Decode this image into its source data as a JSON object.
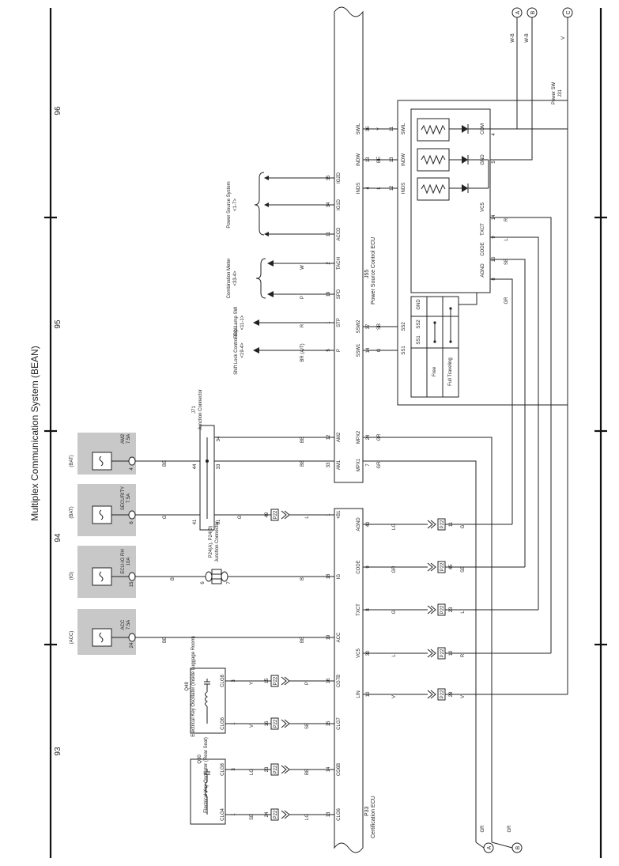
{
  "title": "Multiplex Communication System (BEAN)",
  "page_numbers": [
    "93",
    "94",
    "95",
    "96"
  ],
  "ecus": {
    "j55": {
      "code": "J55",
      "name": "Power Source Control ECU"
    },
    "p33": {
      "code": "P33",
      "name": "Certification ECU"
    },
    "j31": {
      "code": "J31",
      "name": "Power SW"
    }
  },
  "j55_pins": [
    {
      "num": "12",
      "name": "AM2",
      "wire": "BE"
    },
    {
      "num": "33",
      "name": "AM1",
      "wire": "BE"
    },
    {
      "num": "5",
      "name": "P",
      "wire": "BR (A/T)"
    },
    {
      "num": "1",
      "name": "STP",
      "wire": "R"
    },
    {
      "num": "19",
      "name": "SPD",
      "wire": "P"
    },
    {
      "num": "2",
      "name": "TACH",
      "wire": "W"
    },
    {
      "num": "11",
      "name": "ACCD",
      "wire": ""
    },
    {
      "num": "34",
      "name": "IG1D",
      "wire": ""
    },
    {
      "num": "35",
      "name": "IG2D",
      "wire": ""
    }
  ],
  "j55_right_pins": [
    {
      "num": "24",
      "name": "MPX2",
      "wire": "GR"
    },
    {
      "num": "7",
      "name": "MPX1",
      "wire": "GR"
    },
    {
      "num": "14",
      "name": "SSW1",
      "wire": "G"
    },
    {
      "num": "37",
      "name": "SSW2",
      "wire": "SB"
    },
    {
      "num": "4",
      "name": "INDS",
      "wire": "L"
    },
    {
      "num": "13",
      "name": "INDW",
      "wire": "BE"
    },
    {
      "num": "36",
      "name": "SWIL",
      "wire": "Y"
    }
  ],
  "p33_left_pins": [
    {
      "num": "1",
      "name": "+B1",
      "wire": "L"
    },
    {
      "num": "18",
      "name": "IG",
      "wire": "B"
    },
    {
      "num": "19",
      "name": "ACC",
      "wire": "BE"
    },
    {
      "num": "16",
      "name": "CG7B",
      "wire": "P"
    },
    {
      "num": "15",
      "name": "CLG7",
      "wire": "SB"
    },
    {
      "num": "14",
      "name": "CG6B",
      "wire": "BE"
    },
    {
      "num": "13",
      "name": "CLG6",
      "wire": "LG"
    }
  ],
  "p33_right_pins": [
    {
      "num": "40",
      "name": "AGND",
      "wire": "LG",
      "conn": "P22",
      "cnum": "11",
      "wire2": "G"
    },
    {
      "num": "9",
      "name": "CODE",
      "wire": "GR",
      "conn": "P22",
      "cnum": "45",
      "wire2": "SB"
    },
    {
      "num": "8",
      "name": "TXCT",
      "wire": "G",
      "conn": "P22",
      "cnum": "23",
      "wire2": "L"
    },
    {
      "num": "30",
      "name": "VC5",
      "wire": "L",
      "conn": "P22",
      "cnum": "10",
      "wire2": "R"
    },
    {
      "num": "10",
      "name": "LIN",
      "wire": "V",
      "conn": "P22",
      "cnum": "28",
      "wire2": "V"
    }
  ],
  "fuses": [
    {
      "source": "(BAT)",
      "amp": "7.5A",
      "name": "AM2",
      "pin": "4"
    },
    {
      "source": "(BAT)",
      "amp": "7.5A",
      "name": "SECURITY",
      "pin": "6"
    },
    {
      "source": "(IG)",
      "amp": "10A",
      "name": "ECU-IG RH",
      "pin": "15"
    },
    {
      "source": "(ACC)",
      "amp": "7.5A",
      "name": "ACC",
      "pin": "24"
    }
  ],
  "junction_j71": {
    "code": "J71",
    "label": "Junction Connector"
  },
  "junction_p24": {
    "code": "P24(A), P24(B)",
    "label": "Junction Connector"
  },
  "oscillators": {
    "q48": {
      "code": "Q48",
      "label": "Electrical Key Oscillator (Inside Luggage Room)",
      "pin1": "CLG8",
      "pin2": "CLG6"
    },
    "q30": {
      "code": "Q30",
      "label": "Electrical Key Oscillator (Rear Seat)",
      "pin1": "CLG8",
      "pin2": "CLG4"
    }
  },
  "destinations": [
    {
      "label": "Power Source System",
      "ref": "<1-7>"
    },
    {
      "label": "Combination Meter",
      "ref": "<33-4>"
    },
    {
      "label": "Stop Lamp SW",
      "ref": "<11-1>"
    },
    {
      "label": "Shift Lock Control ECU",
      "ref": "<19-4>"
    }
  ],
  "terminal_letters": [
    "A",
    "B",
    "C"
  ],
  "bottom_wires": [
    "GR",
    "GR"
  ],
  "top_wires": [
    "W-B",
    "W-B",
    "V"
  ],
  "power_sw": {
    "left_labels": [
      "SS1",
      "SS2",
      "GND"
    ],
    "table": [
      "Free",
      "Full Traveling"
    ],
    "side_pins": [
      {
        "name": "SWIL",
        "num": "11"
      },
      {
        "name": "INDW",
        "num": "13"
      },
      {
        "name": "INDS",
        "num": "12"
      }
    ],
    "bottom_pins": [
      {
        "name": "VC5",
        "num": "14"
      },
      {
        "name": "TXCT",
        "num": "9"
      },
      {
        "name": "CODE",
        "num": "10"
      },
      {
        "name": "AGND",
        "num": "8"
      }
    ],
    "right_pins": [
      {
        "name": "COM",
        "num": "4"
      },
      {
        "name": "GND",
        "num": "5"
      }
    ]
  }
}
